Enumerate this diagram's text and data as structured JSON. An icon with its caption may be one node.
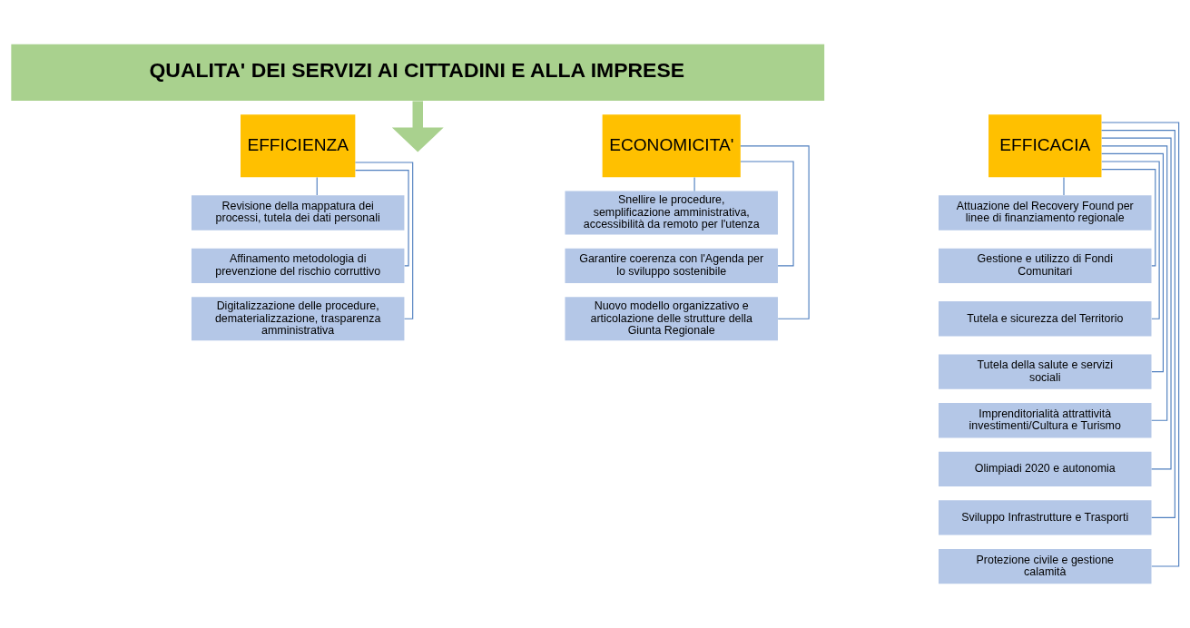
{
  "diagram": {
    "nodes": [
      {
        "text": [
          "QUALITA' DEI SERVIZI AI CITTADINI E ALLA IMPRESE"
        ]
      },
      {
        "text": [
          "EFFICIENZA"
        ]
      },
      {
        "text": [
          "Revisione della mappatura dei processi, tutela dei dati personali"
        ]
      },
      {
        "text": [
          "Affinamento metodologia di prevenzione del rischio corruttivo"
        ]
      },
      {
        "text": [
          "Digitalizzazione delle procedure, dematerializzazione, trasparenza amministrativa"
        ]
      },
      {
        "text": [
          "ECONOMICITA'"
        ]
      },
      {
        "text": [
          "Snellire le procedure, semplificazione amministrativa, accessibilità da remoto per l'utenza"
        ]
      },
      {
        "text": [
          "Garantire coerenza con l'Agenda per lo sviluppo sostenibile"
        ]
      },
      {
        "text": [
          "Nuovo modello organizzativo e articolazione delle strutture della Giunta Regionale"
        ]
      },
      {
        "text": [
          "EFFICACIA"
        ]
      },
      {
        "text": [
          "Attuazione del Recovery Found per linee di finanziamento regionale"
        ]
      },
      {
        "text": [
          "Gestione e utilizzo di Fondi Comunitari"
        ]
      },
      {
        "text": [
          "Tutela e sicurezza del Territorio"
        ]
      },
      {
        "text": [
          "Tutela della salute e servizi sociali"
        ]
      },
      {
        "text": [
          "Imprenditorialità attrattività investimenti/Cultura e Turismo"
        ]
      },
      {
        "text": [
          "Olimpiadi 2020 e autonomia"
        ]
      },
      {
        "text": [
          "Sviluppo Infrastrutture e Trasporti"
        ]
      },
      {
        "text": [
          "Protezione civile e gestione calamità"
        ]
      }
    ],
    "edges": [
      {
        "from": 0,
        "to": null,
        "arrow": "to",
        "style": "thick",
        "color": "#a9d18e"
      },
      {
        "from": 1,
        "to": 2,
        "arrow": "none"
      },
      {
        "from": 1,
        "to": 3,
        "arrow": "none"
      },
      {
        "from": 1,
        "to": 4,
        "arrow": "none"
      },
      {
        "from": 5,
        "to": 6,
        "arrow": "none"
      },
      {
        "from": 5,
        "to": 7,
        "arrow": "none"
      },
      {
        "from": 5,
        "to": 8,
        "arrow": "none"
      },
      {
        "from": 9,
        "to": 10,
        "arrow": "none"
      },
      {
        "from": 9,
        "to": 11,
        "arrow": "none"
      },
      {
        "from": 9,
        "to": 12,
        "arrow": "none"
      },
      {
        "from": 9,
        "to": 13,
        "arrow": "none"
      },
      {
        "from": 9,
        "to": 14,
        "arrow": "none"
      },
      {
        "from": 9,
        "to": 15,
        "arrow": "none"
      },
      {
        "from": 9,
        "to": 16,
        "arrow": "none"
      },
      {
        "from": 9,
        "to": 17,
        "arrow": "none"
      }
    ]
  }
}
